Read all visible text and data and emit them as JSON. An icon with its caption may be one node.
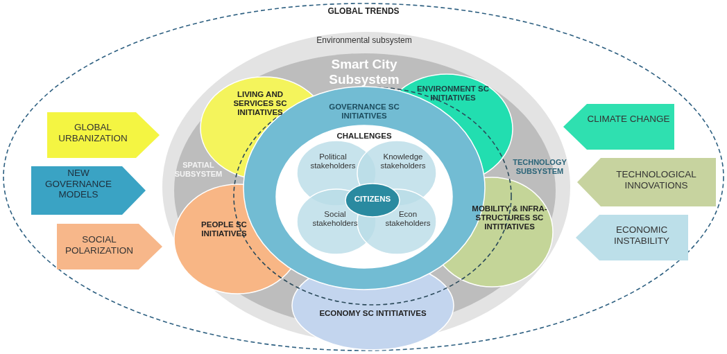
{
  "diagram": {
    "nodes": [
      {
        "text": [
          "GLOBAL TRENDS"
        ]
      },
      {
        "text": [
          "Environmental subsystem"
        ],
        "in": 0
      },
      {
        "text": [
          "Smart City Subsystem"
        ],
        "in": 1
      },
      {
        "text": [
          "LIVING AND SERVICES SC INITIATIVES"
        ],
        "in": 2
      },
      {
        "text": [
          "ENVIRONMENT SC INITIATIVES"
        ],
        "in": 2
      },
      {
        "text": [
          "GOVERNANCE SC INITIATIVES"
        ],
        "in": 2
      },
      {
        "text": [
          "CHALLENGES"
        ],
        "in": 5
      },
      {
        "text": [
          "Political stakeholders"
        ],
        "in": 6
      },
      {
        "text": [
          "Knowledge stakeholders"
        ],
        "in": 6
      },
      {
        "text": [
          "Social stakeholders"
        ],
        "in": 6
      },
      {
        "text": [
          "Econ stakeholders"
        ],
        "in": 6
      },
      {
        "text": [
          "CITIZENS"
        ],
        "in": 6
      },
      {
        "text": [
          "PEOPLE SC INITIATIVES"
        ],
        "in": 2
      },
      {
        "text": [
          "MOBILITY & INFRA- STRUCTURES SC INTITIATIVES"
        ],
        "in": 2
      },
      {
        "text": [
          "ECONOMY SC INTITIATIVES"
        ],
        "in": 0
      },
      {
        "text": [
          "GLOBAL URBANIZATION"
        ],
        "in": 0
      },
      {
        "text": [
          "NEW GOVERNANCE MODELS"
        ],
        "in": 0
      },
      {
        "text": [
          "SOCIAL POLARIZATION"
        ],
        "in": 0
      },
      {
        "text": [
          "CLIMATE CHANGE"
        ],
        "in": 0
      },
      {
        "text": [
          "TECHNOLOGICAL INNOVATIONS"
        ],
        "in": 0
      },
      {
        "text": [
          "ECONOMIC INSTABILITY"
        ],
        "in": 0
      }
    ],
    "labels": [
      "SPATIAL SUBSYSTEM",
      "TECHNOLOGY SUBSYSTEM"
    ]
  }
}
